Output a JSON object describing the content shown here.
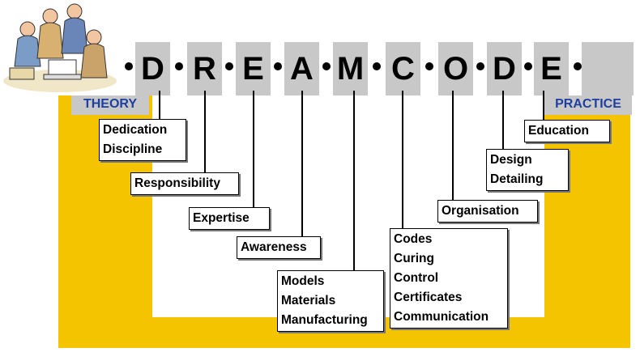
{
  "colors": {
    "gold": "#f5c400",
    "grey": "#c8c8c8",
    "label_blue": "#1f3fa0"
  },
  "side_labels": {
    "left": "THEORY",
    "right": "PRACTICE"
  },
  "acronym": [
    "D",
    "R",
    "E",
    "A",
    "M",
    "C",
    "O",
    "D",
    "E"
  ],
  "illustration": {
    "icon": "people-at-computer-icon"
  },
  "terms": [
    {
      "lines": [
        "Dedication",
        "Discipline"
      ]
    },
    {
      "lines": [
        "Responsibility"
      ]
    },
    {
      "lines": [
        "Expertise"
      ]
    },
    {
      "lines": [
        "Awareness"
      ]
    },
    {
      "lines": [
        "Models",
        "Materials",
        "Manufacturing"
      ]
    },
    {
      "lines": [
        "Codes",
        "Curing",
        "Control",
        "Certificates",
        "Communication"
      ]
    },
    {
      "lines": [
        "Organisation"
      ]
    },
    {
      "lines": [
        "Design",
        "Detailing"
      ]
    },
    {
      "lines": [
        "Education"
      ]
    }
  ]
}
